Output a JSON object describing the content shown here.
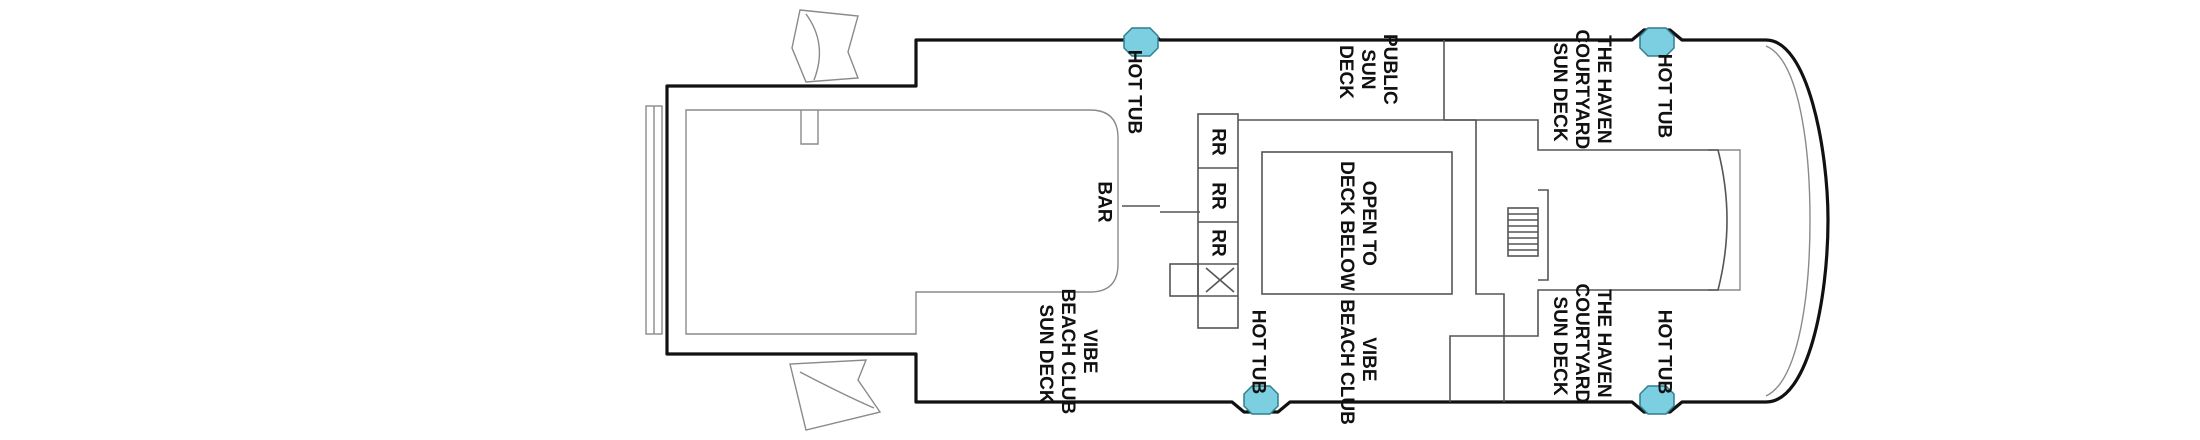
{
  "colors": {
    "hot_tub": "#7ccfe0",
    "outline": "#111111",
    "interior": "#8a8a8a",
    "background": "#ffffff"
  },
  "labels": {
    "hot_tub_aft_top": "HOT TUB",
    "public_sun_deck": [
      "PUBLIC",
      "SUN",
      "DECK"
    ],
    "haven_sun_deck_top": [
      "THE HAVEN",
      "COURTYARD",
      "SUN DECK"
    ],
    "hot_tub_fwd_top": "HOT TUB",
    "restroom_1": "RR",
    "restroom_2": "RR",
    "restroom_3": "RR",
    "bar": "BAR",
    "open_to_deck_below": [
      "OPEN TO",
      "DECK BELOW"
    ],
    "vibe_sun_deck": [
      "VIBE",
      "BEACH CLUB",
      "SUN DECK"
    ],
    "hot_tub_mid_bottom": "HOT TUB",
    "vibe_beach_club": [
      "VIBE",
      "BEACH CLUB"
    ],
    "haven_sun_deck_bottom": [
      "THE HAVEN",
      "COURTYARD",
      "SUN DECK"
    ],
    "hot_tub_fwd_bottom": "HOT TUB"
  }
}
